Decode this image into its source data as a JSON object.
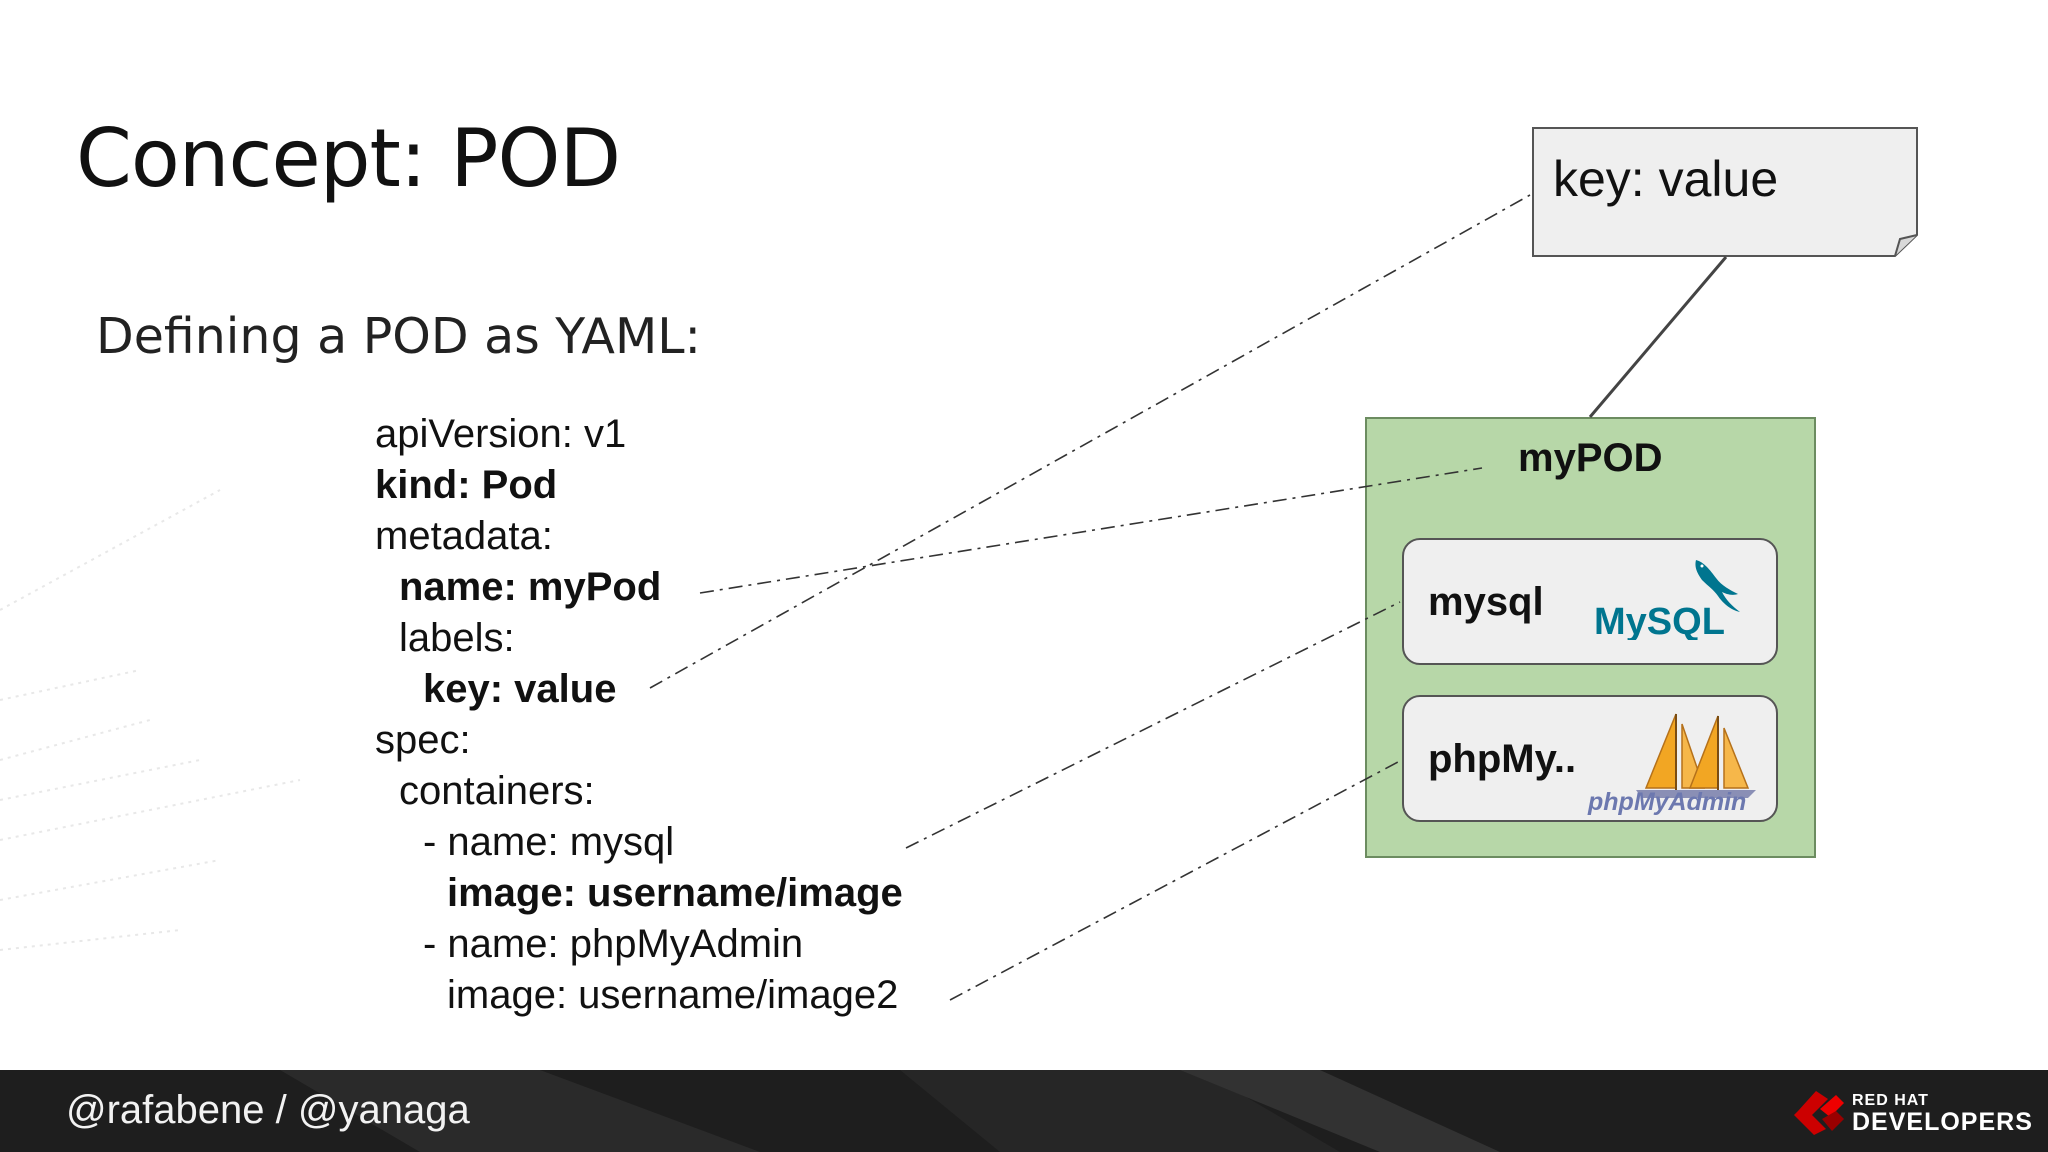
{
  "slide": {
    "title": "Concept: POD",
    "subtitle": "Defining a POD as YAML:"
  },
  "yaml": {
    "lines": [
      {
        "text": "apiVersion: v1",
        "indent": 0,
        "bold": false
      },
      {
        "text": "kind: Pod",
        "indent": 0,
        "bold": true
      },
      {
        "text": "metadata:",
        "indent": 0,
        "bold": false
      },
      {
        "text": "name: myPod",
        "indent": 1,
        "bold": true
      },
      {
        "text": "labels:",
        "indent": 1,
        "bold": false
      },
      {
        "text": "key: value",
        "indent": 2,
        "bold": true
      },
      {
        "text": "spec:",
        "indent": 0,
        "bold": false
      },
      {
        "text": "containers:",
        "indent": 1,
        "bold": false
      },
      {
        "text": "- name: mysql",
        "indent": 2,
        "bold": false
      },
      {
        "text": "image: username/image",
        "indent": 3,
        "bold": true
      },
      {
        "text": "- name: phpMyAdmin",
        "indent": 2,
        "bold": false
      },
      {
        "text": "image: username/image2",
        "indent": 3,
        "bold": false
      }
    ]
  },
  "diagram": {
    "label_note": "key: value",
    "pod_title": "myPOD",
    "containers": [
      {
        "label": "mysql",
        "logo": "mysql-dolphin-logo"
      },
      {
        "label": "phpMy..",
        "logo": "phpmyadmin-sailboat-logo"
      }
    ],
    "mysql_logo_text": "MySQL",
    "phpmyadmin_logo_text": "phpMyAdmin",
    "colors": {
      "pod_fill": "#b7d7a8",
      "container_fill": "#efefef",
      "note_fill": "#efefef",
      "mysql_blue": "#00758f",
      "mysql_orange": "#f29111",
      "php_orange": "#f2a623",
      "php_purple": "#6c78af",
      "redhat_red": "#cc0000"
    }
  },
  "footer": {
    "handles": "@rafabene / @yanaga",
    "brand_top": "RED HAT",
    "brand_bottom": "DEVELOPERS"
  }
}
